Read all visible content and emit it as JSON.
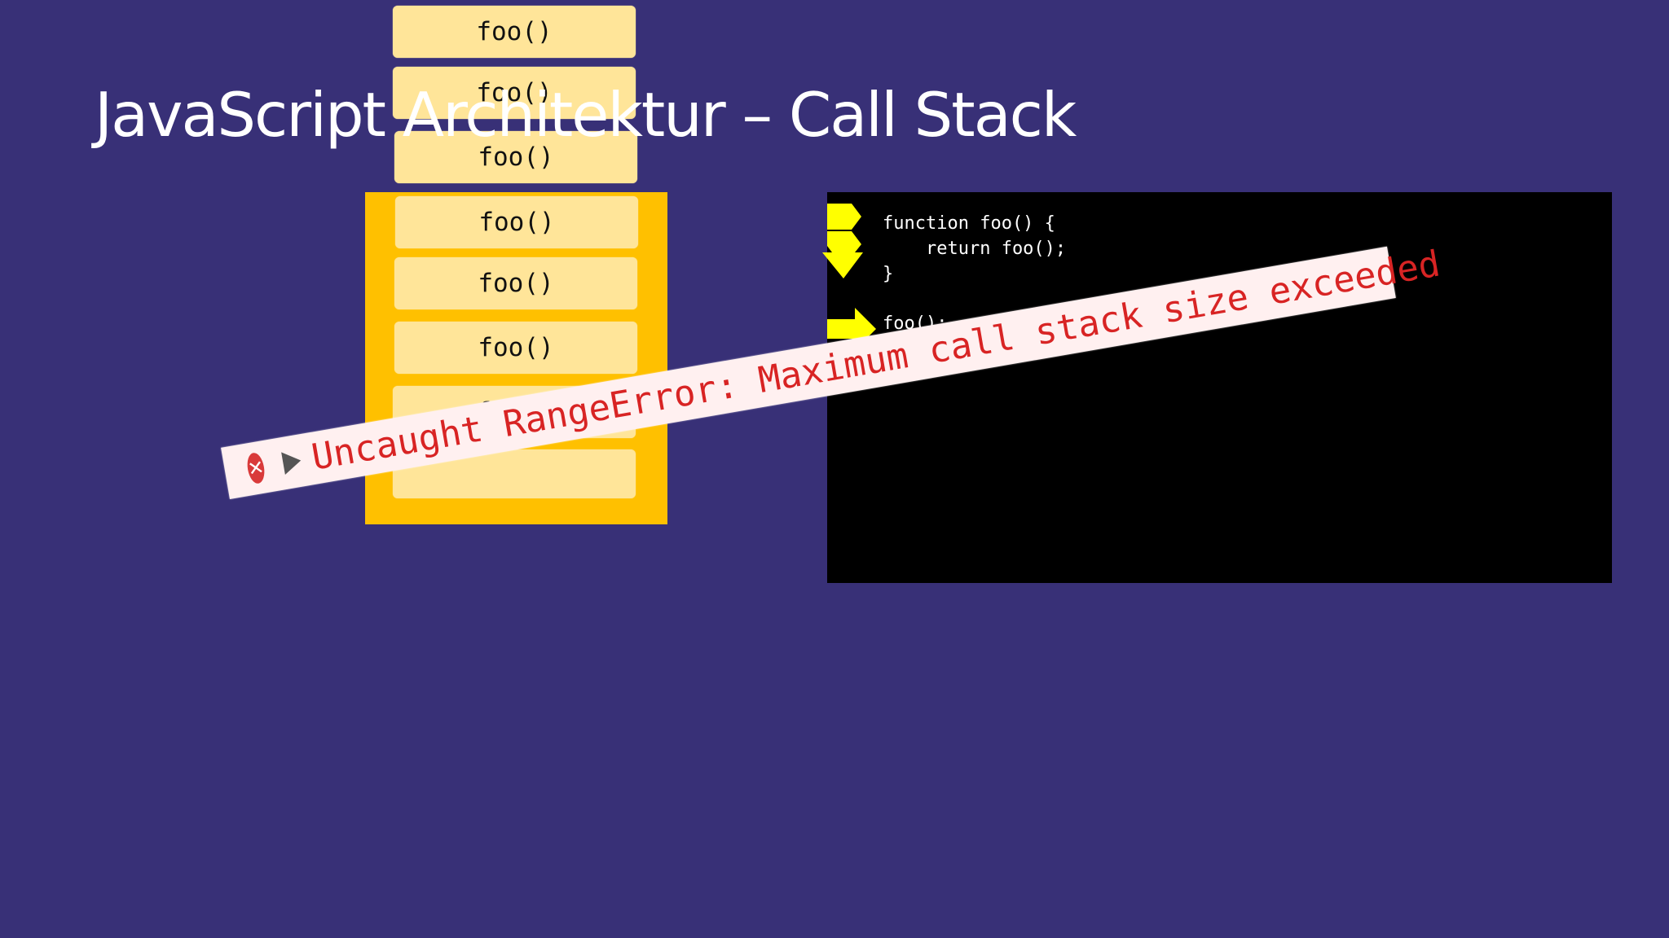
{
  "slide": {
    "title": "JavaScript Architektur – Call Stack",
    "background_color": "#383077"
  },
  "call_stack": {
    "frame_color": "#ffc000",
    "call_color": "#ffe599",
    "calls": [
      "foo()",
      "foo()",
      "foo()",
      "foo()",
      "foo()",
      "foo()",
      "foo()"
    ]
  },
  "code": {
    "lines": [
      "function foo() {",
      "    return foo();",
      "}",
      "foo();"
    ],
    "arrow_color": "#ffff00"
  },
  "error": {
    "icon": "error-x-icon",
    "icon_glyph": "✕",
    "expand_icon": "triangle-right-icon",
    "message": "Uncaught RangeError: Maximum call stack size exceeded",
    "text_color": "#d82424"
  }
}
